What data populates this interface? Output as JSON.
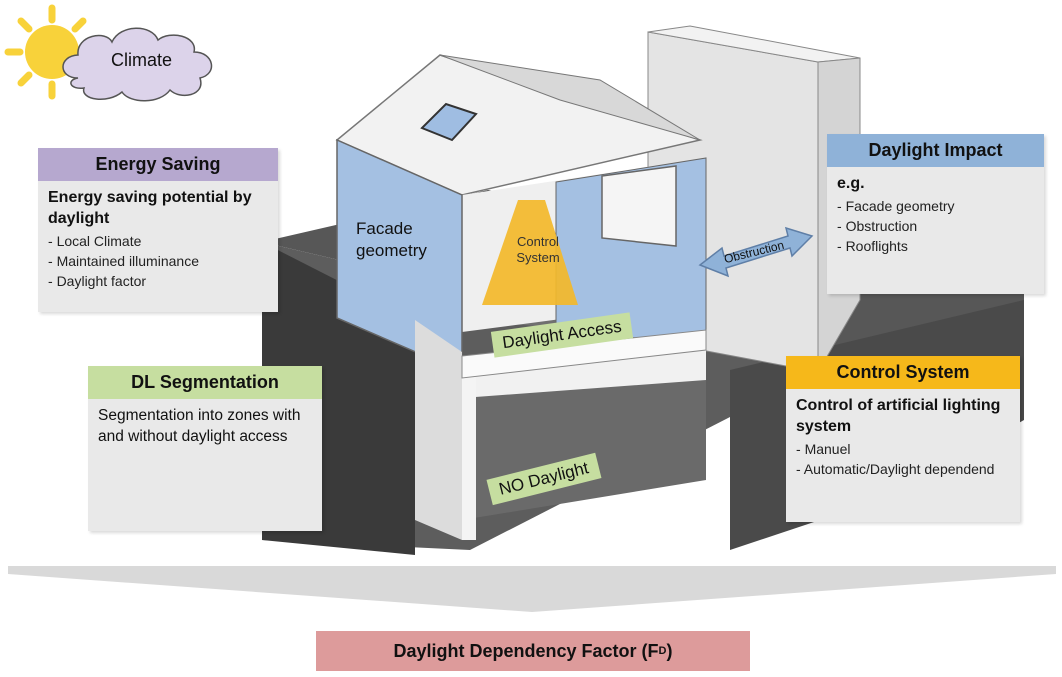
{
  "climate": {
    "label": "Climate"
  },
  "energy_saving": {
    "title": "Energy Saving",
    "lead": "Energy saving potential by daylight",
    "items": [
      "Local Climate",
      "Maintained illuminance",
      "Daylight factor"
    ],
    "header_color": "#b6a8cf"
  },
  "dl_segmentation": {
    "title": "DL Segmentation",
    "lead": "Segmentation into zones with and without daylight access",
    "header_color": "#c6dea0"
  },
  "daylight_impact": {
    "title": "Daylight Impact",
    "lead": "e.g.",
    "items": [
      "Facade geometry",
      "Obstruction",
      "Rooflights"
    ],
    "header_color": "#8fb2d8"
  },
  "control_system_panel": {
    "title": "Control System",
    "lead": "Control of artificial lighting system",
    "items": [
      "Manuel",
      "Automatic/Daylight dependend"
    ],
    "header_color": "#f6b81a"
  },
  "building": {
    "facade_label_1": "Facade",
    "facade_label_2": "geometry",
    "control_label_1": "Control",
    "control_label_2": "System",
    "daylight_access": "Daylight Access",
    "no_daylight": "NO Daylight",
    "obstruction": "Obstruction"
  },
  "footer": {
    "label": "Daylight Dependency Factor (F",
    "subscript": "D",
    "close": ")"
  }
}
